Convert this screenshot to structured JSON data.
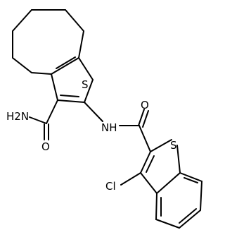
{
  "diagram": {
    "labels": {
      "sulfur_top": "S",
      "amide_nh2": "H2N",
      "amide_o_left": "O",
      "nh": "NH",
      "amide_o_right": "O",
      "sulfur_bottom": "S",
      "chlorine": "Cl"
    }
  }
}
